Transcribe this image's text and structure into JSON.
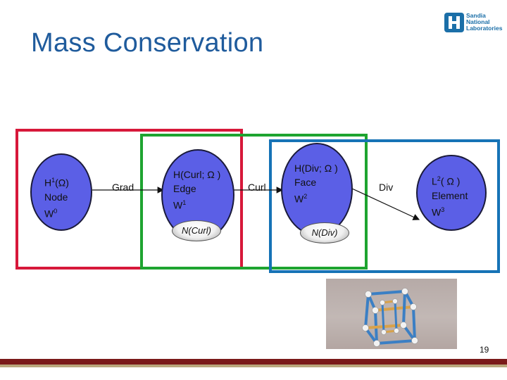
{
  "slide": {
    "title": "Mass Conservation",
    "logo_lines": [
      "Sandia",
      "National",
      "Laboratories"
    ],
    "page_number": "19"
  },
  "nodes": [
    {
      "space": "H",
      "sup": "1",
      "arg": "(Ω)",
      "kind": "Node",
      "form": "W",
      "form_sup": "0"
    },
    {
      "space": "H(Curl; Ω )",
      "kind": "Edge",
      "form": "W",
      "form_sup": "1",
      "kernel": "N(Curl)"
    },
    {
      "space": "H(Div; Ω )",
      "kind": "Face",
      "form": "W",
      "form_sup": "2",
      "kernel": "N(Div)"
    },
    {
      "space": "L",
      "sup": "2",
      "arg": "( Ω )",
      "kind": "Element",
      "form": "W",
      "form_sup": "3"
    }
  ],
  "operators": [
    "Grad",
    "Curl",
    "Div"
  ],
  "colors": {
    "red_frame": "#d7183a",
    "green_frame": "#1ea430",
    "blue_frame": "#1673b6",
    "node_fill": "#5b5fe6",
    "title": "#1f5b9c",
    "footer_bar": "#7a1a1a"
  }
}
